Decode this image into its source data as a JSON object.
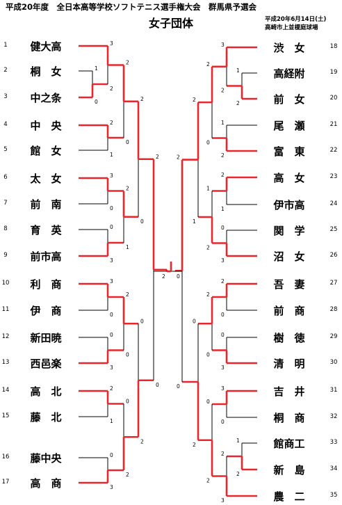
{
  "header": {
    "title": "平成20年度　全日本高等学校ソフトテニス選手権大会　群馬県予選会",
    "subtitle": "女子団体",
    "date": "平成20年6月14日(土)",
    "venue": "高崎市上並榎庭球場"
  },
  "colors": {
    "line": "#000000",
    "winner": "#e8262b"
  },
  "left_teams": [
    {
      "no": "1",
      "name": "健大高"
    },
    {
      "no": "2",
      "name": "桐　女"
    },
    {
      "no": "3",
      "name": "中之条"
    },
    {
      "no": "4",
      "name": "中　央"
    },
    {
      "no": "5",
      "name": "館　女"
    },
    {
      "no": "6",
      "name": "太　女"
    },
    {
      "no": "7",
      "name": "前　南"
    },
    {
      "no": "8",
      "name": "育　英"
    },
    {
      "no": "9",
      "name": "前市高"
    },
    {
      "no": "10",
      "name": "利　商"
    },
    {
      "no": "11",
      "name": "伊　商"
    },
    {
      "no": "12",
      "name": "新田暁"
    },
    {
      "no": "13",
      "name": "西邑楽"
    },
    {
      "no": "14",
      "name": "高　北"
    },
    {
      "no": "15",
      "name": "藤　北"
    },
    {
      "no": "16",
      "name": "藤中央"
    },
    {
      "no": "17",
      "name": "高　商"
    }
  ],
  "right_teams": [
    {
      "no": "18",
      "name": "渋　女"
    },
    {
      "no": "19",
      "name": "高経附"
    },
    {
      "no": "20",
      "name": "前　女"
    },
    {
      "no": "21",
      "name": "尾　瀬"
    },
    {
      "no": "22",
      "name": "富　東"
    },
    {
      "no": "23",
      "name": "高　女"
    },
    {
      "no": "24",
      "name": "伊市高"
    },
    {
      "no": "25",
      "name": "関　学"
    },
    {
      "no": "26",
      "name": "沼　女"
    },
    {
      "no": "27",
      "name": "吾　妻"
    },
    {
      "no": "28",
      "name": "前　商"
    },
    {
      "no": "29",
      "name": "樹　徳"
    },
    {
      "no": "30",
      "name": "清　明"
    },
    {
      "no": "31",
      "name": "吉　井"
    },
    {
      "no": "32",
      "name": "桐　商"
    },
    {
      "no": "33",
      "name": "館商工"
    },
    {
      "no": "34",
      "name": "新　島"
    },
    {
      "no": "35",
      "name": "農　二"
    }
  ],
  "scores": {
    "left": {
      "r1_l2_3": [
        "1",
        "0"
      ],
      "r1_l1_w": [
        "3",
        "2"
      ],
      "r1_l4_5": [
        "2",
        "1"
      ],
      "r1_l6_7": [
        "3",
        "0"
      ],
      "r1_l8_9": [
        "0",
        "3"
      ],
      "r1_l10_11": [
        "3",
        "0"
      ],
      "r1_l12_13": [
        "0",
        "3"
      ],
      "r1_l14_15": [
        "2",
        "1"
      ],
      "r1_l16_17": [
        "0",
        "3"
      ],
      "r2_a": [
        "2",
        "0"
      ],
      "r2_b": [
        "2",
        "1"
      ],
      "r2_c": [
        "2",
        "0"
      ],
      "r2_d": [
        "0",
        "2"
      ],
      "r3_a": [
        "2",
        "0"
      ],
      "r3_b": [
        "0",
        "2"
      ],
      "sf": [
        "2",
        "0"
      ],
      "final": "2"
    },
    "right": {
      "r1_r19_20": [
        "1",
        "2"
      ],
      "r1_r18_w": [
        "3",
        "2"
      ],
      "r1_r21_22": [
        "1",
        "2"
      ],
      "r1_r23_24": [
        "2",
        "1"
      ],
      "r1_r25_26": [
        "0",
        "3"
      ],
      "r1_r27_28": [
        "2",
        "0"
      ],
      "r1_r29_30": [
        "0",
        "3"
      ],
      "r1_r31_32": [
        "3",
        "0"
      ],
      "r1_r33_34": [
        "1",
        "2"
      ],
      "r1_r34_35": [
        "2",
        "3"
      ],
      "r2_a": [
        "2",
        "0"
      ],
      "r2_b": [
        "1",
        "2"
      ],
      "r2_c": [
        "2",
        "0"
      ],
      "r2_d": [
        "0",
        "2"
      ],
      "r3_a": [
        "2",
        "1"
      ],
      "r3_b": [
        "0",
        "2"
      ],
      "sf": [
        "2",
        "0"
      ],
      "final": "0"
    }
  }
}
